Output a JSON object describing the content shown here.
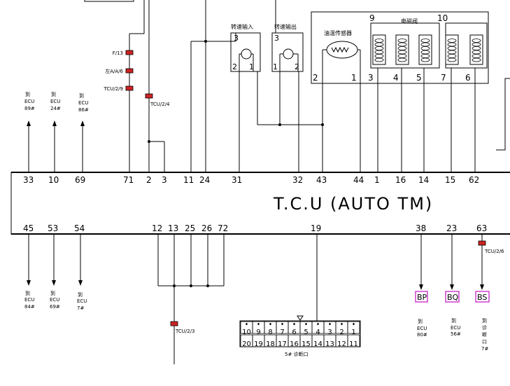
{
  "tcu": {
    "label": "T.C.U (AUTO TM)",
    "top_pins": [
      "33",
      "10",
      "69",
      "71",
      "2",
      "3",
      "11",
      "24",
      "31",
      "32",
      "43",
      "44",
      "1",
      "16",
      "14",
      "15",
      "62"
    ],
    "bottom_pins": [
      "45",
      "53",
      "54",
      "12",
      "13",
      "25",
      "26",
      "72",
      "19",
      "38",
      "23",
      "63"
    ]
  },
  "fuses": {
    "f13": "F/13",
    "a6": "左A/A/6",
    "tcu9": "TCU/2/9",
    "tcu4": "TCU/2/4",
    "tcu3": "TCU/2/3",
    "tcu6": "TCU/2/6"
  },
  "sensors": {
    "speed_in": {
      "title": "转速输入",
      "pin_top": "3",
      "pin_left": "2",
      "pin_right": "1"
    },
    "speed_out": {
      "title": "转速输出",
      "pin_top": "3",
      "pin_left": "1",
      "pin_right": "2"
    },
    "oil_temp": {
      "title": "油温传感器",
      "pin_left": "2",
      "pin_right": "1"
    }
  },
  "solenoid": {
    "title": "电磁阀",
    "top_pins": [
      "9",
      "10"
    ],
    "bottom_pins": [
      "3",
      "4",
      "5",
      "7",
      "6"
    ]
  },
  "ecu_refs_top": [
    {
      "to": "到",
      "ecu": "ECU",
      "pin": "89#"
    },
    {
      "to": "到",
      "ecu": "ECU",
      "pin": "24#"
    },
    {
      "to": "到",
      "ecu": "ECU",
      "pin": "86#"
    }
  ],
  "ecu_refs_bottom": [
    {
      "to": "到",
      "ecu": "ECU",
      "pin": "84#"
    },
    {
      "to": "到",
      "ecu": "ECU",
      "pin": "69#"
    },
    {
      "to": "到",
      "ecu": "ECU",
      "pin": "7#"
    }
  ],
  "connectors": {
    "bp": {
      "code": "BP",
      "to": "到",
      "ecu": "ECU",
      "pin": "80#"
    },
    "bq": {
      "code": "BQ",
      "to": "到",
      "ecu": "ECU",
      "pin": "56#"
    },
    "bs": {
      "code": "BS",
      "lines": [
        "到",
        "诊",
        "断",
        "口",
        "7#"
      ]
    }
  },
  "diag": {
    "label": "5#  诊断口",
    "row1": [
      "10",
      "9",
      "8",
      "7",
      "6",
      "5",
      "4",
      "3",
      "2",
      "1"
    ],
    "row2": [
      "20",
      "19",
      "18",
      "17",
      "16",
      "15",
      "14",
      "13",
      "12",
      "11"
    ]
  },
  "colors": {
    "wire": "#000000",
    "fuse": "#cc2222",
    "connector": "#cc33cc"
  }
}
